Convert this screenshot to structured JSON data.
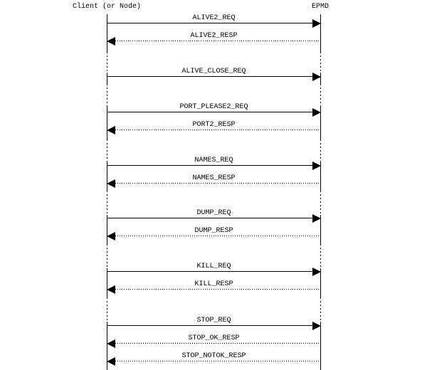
{
  "diagram": {
    "type": "sequence",
    "actors": [
      {
        "id": "client",
        "label": "Client (or Node)"
      },
      {
        "id": "epmd",
        "label": "EPMD"
      }
    ],
    "messages": [
      {
        "label": "ALIVE2_REQ",
        "from": "client",
        "to": "epmd",
        "line": "solid"
      },
      {
        "label": "ALIVE2_RESP",
        "from": "epmd",
        "to": "client",
        "line": "dotted"
      },
      {
        "label": "ALIVE_CLOSE_REQ",
        "from": "client",
        "to": "epmd",
        "line": "solid"
      },
      {
        "label": "PORT_PLEASE2_REQ",
        "from": "client",
        "to": "epmd",
        "line": "solid"
      },
      {
        "label": "PORT2_RESP",
        "from": "epmd",
        "to": "client",
        "line": "dotted"
      },
      {
        "label": "NAMES_REQ",
        "from": "client",
        "to": "epmd",
        "line": "solid"
      },
      {
        "label": "NAMES_RESP",
        "from": "epmd",
        "to": "client",
        "line": "dotted"
      },
      {
        "label": "DUMP_REQ",
        "from": "client",
        "to": "epmd",
        "line": "solid"
      },
      {
        "label": "DUMP_RESP",
        "from": "epmd",
        "to": "client",
        "line": "dotted"
      },
      {
        "label": "KILL_REQ",
        "from": "client",
        "to": "epmd",
        "line": "solid"
      },
      {
        "label": "KILL_RESP",
        "from": "epmd",
        "to": "client",
        "line": "dotted"
      },
      {
        "label": "STOP_REQ",
        "from": "client",
        "to": "epmd",
        "line": "solid"
      },
      {
        "label": "STOP_OK_RESP",
        "from": "epmd",
        "to": "client",
        "line": "dotted"
      },
      {
        "label": "STOP_NOTOK_RESP",
        "from": "epmd",
        "to": "client",
        "line": "dotted"
      }
    ],
    "colors": {
      "background": "#ffffff",
      "line": "#000000",
      "text": "#000000"
    }
  }
}
